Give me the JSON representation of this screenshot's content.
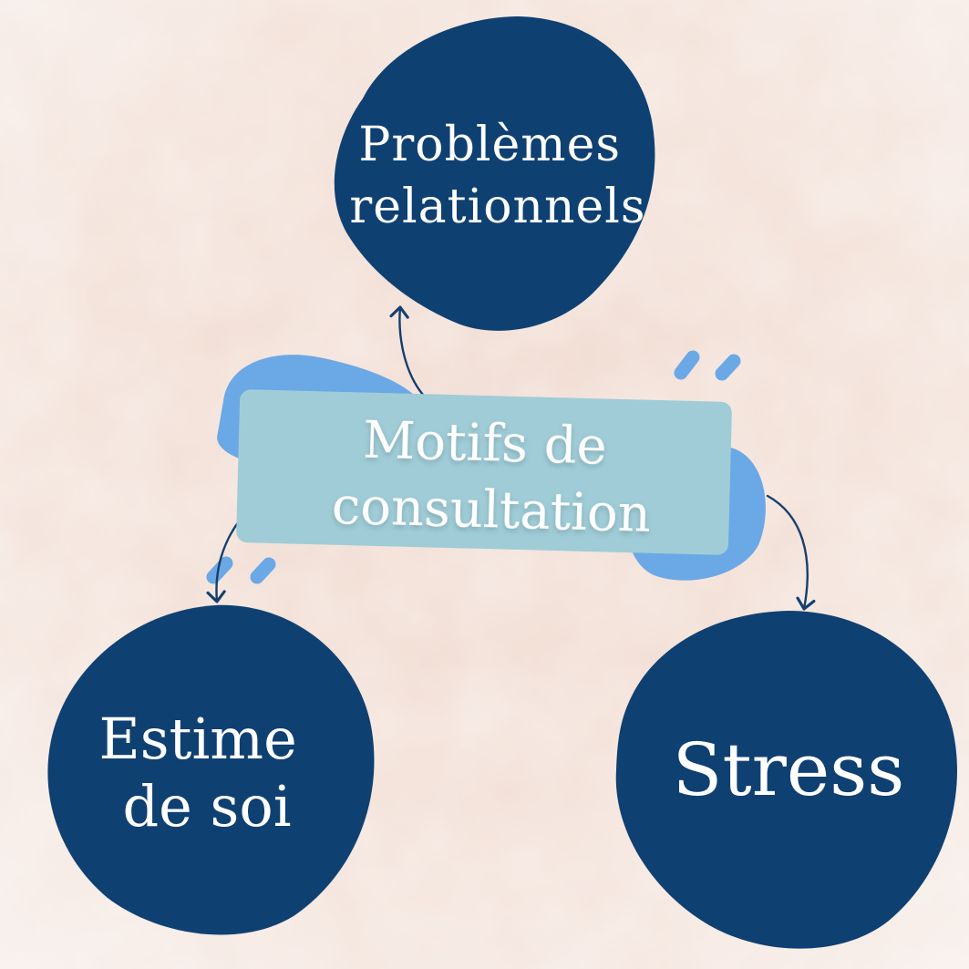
{
  "diagram": {
    "center": {
      "line1": "Motifs de",
      "line2": "consultation"
    },
    "nodes": [
      {
        "id": "relations",
        "line1": "Problèmes",
        "line2": "relationnels"
      },
      {
        "id": "estime",
        "line1": "Estime",
        "line2": "de soi"
      },
      {
        "id": "stress",
        "line1": "Stress"
      }
    ]
  },
  "colors": {
    "background": "#f3e4dc",
    "node_fill": "#0f4072",
    "center_box": "#9fccd7",
    "accent_blob": "#6ba8e6",
    "arrow": "#153f6d",
    "text": "#ffffff"
  }
}
